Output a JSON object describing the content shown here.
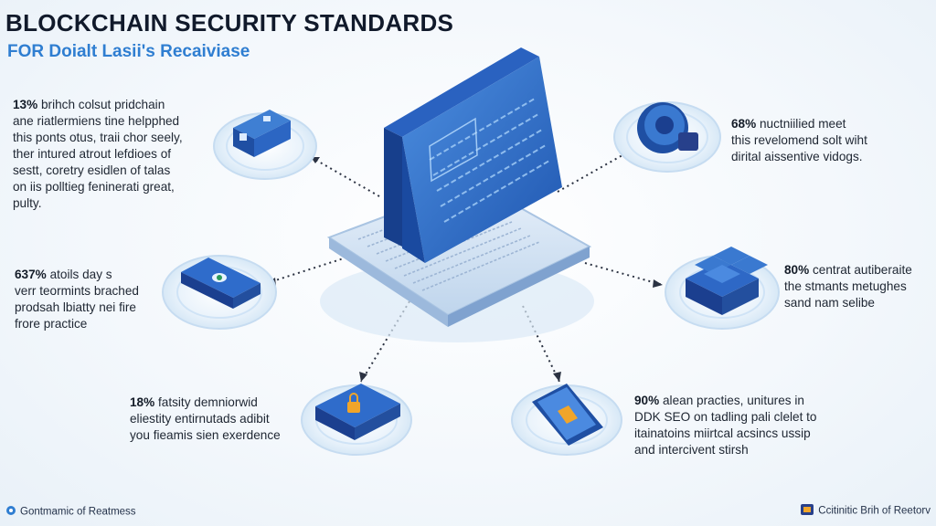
{
  "header": {
    "title": "BLOCKCHAIN SECURITY STANDARDS",
    "subtitle": "FOR Doialt Lasii's Recaiviase"
  },
  "blocks": {
    "top_left": {
      "pct": "13%",
      "line1": "brihch colsut pridchain",
      "line2": "ane riatlermiens tine helpphed",
      "line3": "this ponts otus, traii chor seely,",
      "line4": "ther intured atrout lefdioes of",
      "line5": "sestt, coretry esidlen of talas",
      "line6": "on iis polltieg feninerati great,",
      "line7": "pulty."
    },
    "top_right": {
      "pct": "68%",
      "line1": "nuctniilied meet",
      "line2": "this revelomend solt wiht",
      "line3": "dirital aissentive vidogs."
    },
    "mid_left": {
      "pct": "637%",
      "line1": "atoils day s",
      "line2": "verr teormints brached",
      "line3": "prodsah lbiatty nei fire",
      "line4": "frore practice"
    },
    "mid_right": {
      "pct": "80%",
      "line1": "centrat autiberaite",
      "line2": "the stmants metughes",
      "line3": "sand nam selibe"
    },
    "bottom_left": {
      "pct": "18%",
      "line1": "fatsity demniorwid",
      "line2": "eliestity entirnutads adibit",
      "line3": "you fieamis sien exerdence"
    },
    "bottom_right": {
      "pct": "90%",
      "line1": "alean practies, unitures in",
      "line2": "DDK SEO on tadling pali clelet to",
      "line3": "itainatoins miirtcal acsincs ussip",
      "line4": "and intercivent stirsh"
    }
  },
  "footer": {
    "left": "Gontmamic of Reatmess",
    "right": "Ccitinitic Brih of Reetorv"
  },
  "colors": {
    "accent": "#2f7ed1",
    "navy": "#1b3f8f",
    "panel_blue": "#2a62c0",
    "ring": "#cfe3f6"
  },
  "icons": [
    "laptop-icon",
    "server-rack-icon",
    "padlock-ring-icon",
    "bank-card-icon",
    "cube-stack-icon",
    "shield-padlock-icon",
    "smartphone-icon"
  ]
}
